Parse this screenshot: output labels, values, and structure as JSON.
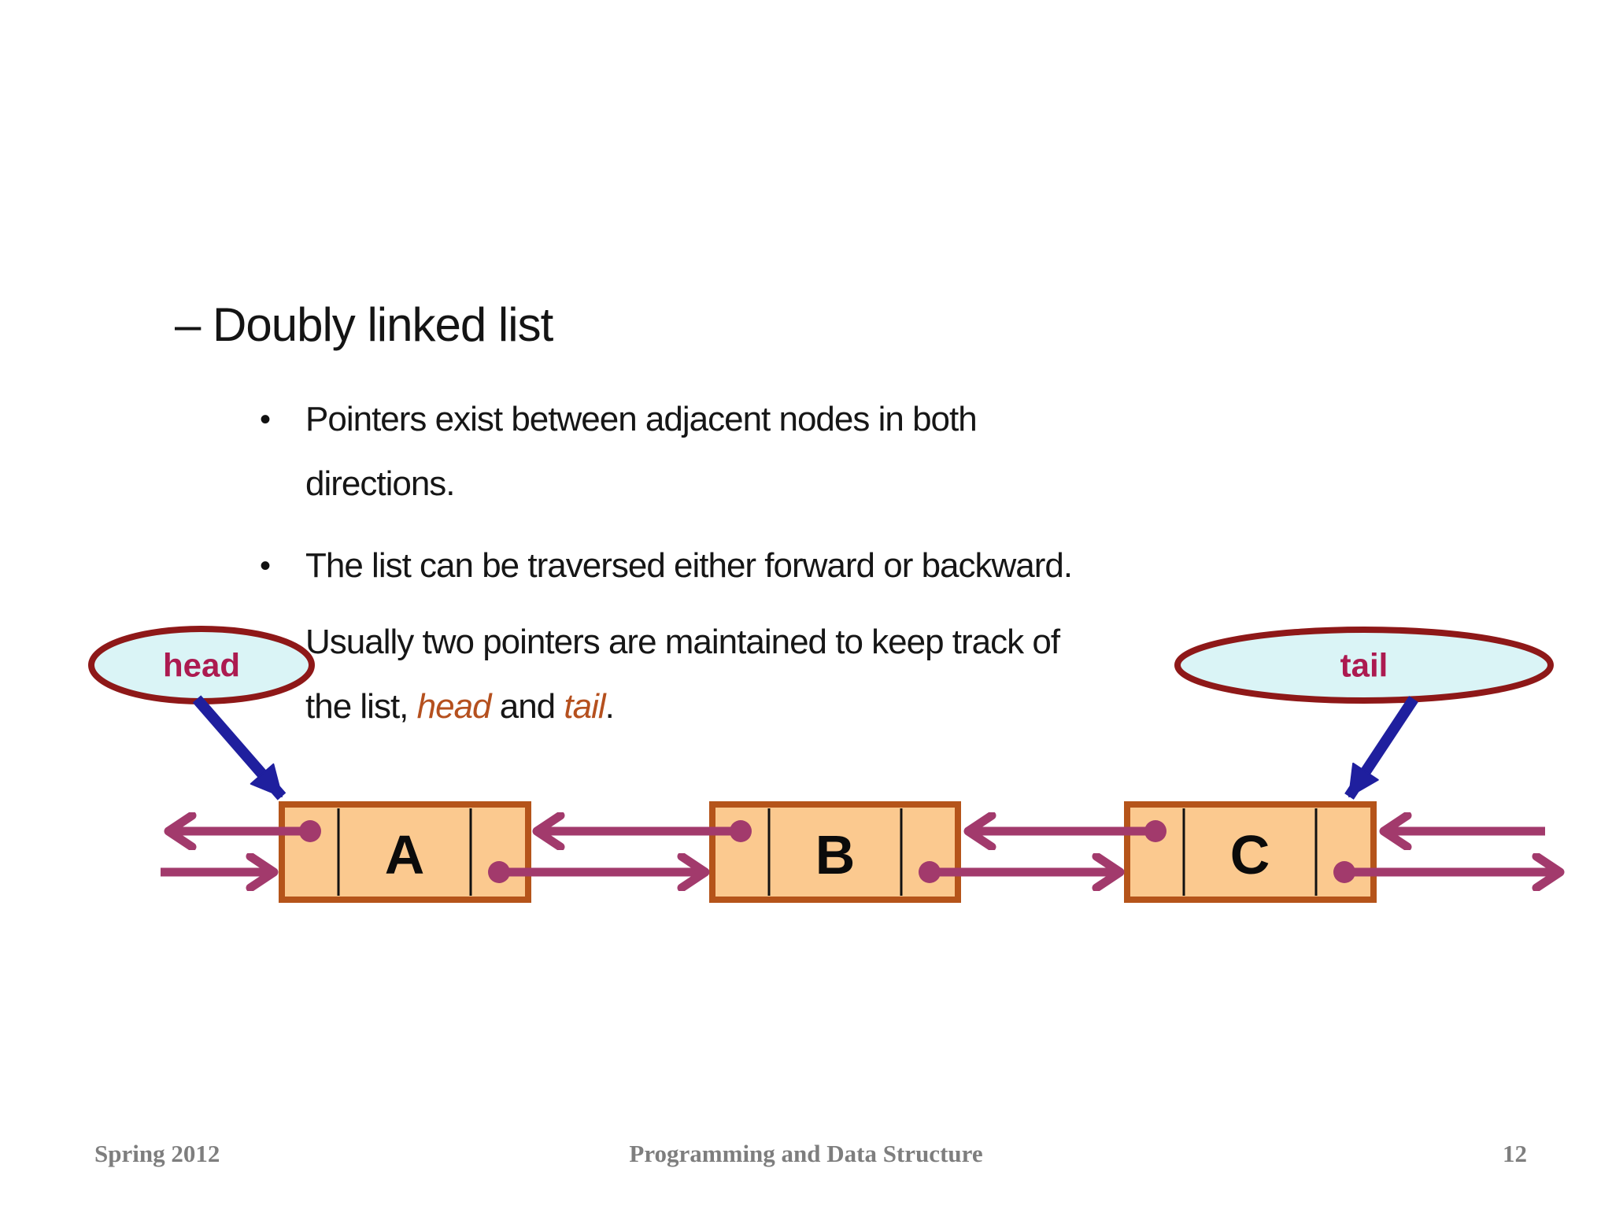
{
  "slide": {
    "background": "#FFFFFF",
    "title": "– Doubly linked list",
    "bullet_char": "•",
    "bullets": {
      "b1": {
        "lines": [
          "Pointers exist between adjacent nodes in both",
          "directions."
        ]
      },
      "b2": {
        "lines": [
          "The list can be traversed either forward or backward."
        ]
      },
      "b3": {
        "line1": "Usually two pointers are maintained to keep track of",
        "line2_pre": "the list, ",
        "head_word": "head",
        "line2_mid": " and ",
        "tail_word": "tail",
        "line2_end": "."
      }
    }
  },
  "diagram": {
    "head_label": "head",
    "tail_label": "tail",
    "nodes": [
      "A",
      "B",
      "C"
    ],
    "colors": {
      "node_fill": "#FBC98F",
      "node_border": "#B5541A",
      "pointer_arrow": "#A23A6C",
      "label_arrow": "#1F1F9E",
      "ellipse_fill": "#DAF4F6",
      "ellipse_border": "#8E1818",
      "ellipse_text": "#AC1A50",
      "emphasis_text": "#B5501E"
    }
  },
  "footer": {
    "left": "Spring 2012",
    "center": "Programming and Data Structure",
    "page_number": "12"
  }
}
